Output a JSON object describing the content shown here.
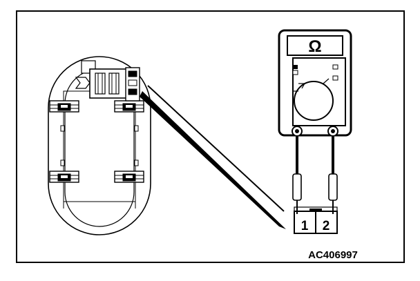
{
  "diagram": {
    "code": "AC406997",
    "meter_symbol": "Ω",
    "terminal_1": "1",
    "terminal_2": "2"
  },
  "colors": {
    "ink": "#000000",
    "paper": "#ffffff"
  }
}
